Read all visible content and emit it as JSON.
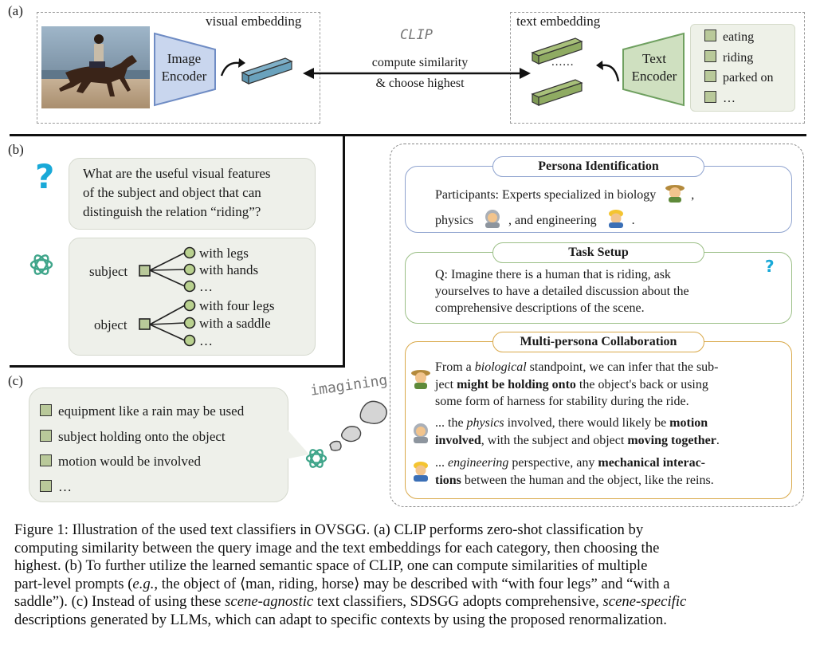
{
  "panel_a": {
    "label": "(a)",
    "visual_embedding": "visual embedding",
    "text_embedding": "text embedding",
    "image_encoder": [
      "Image",
      "Encoder"
    ],
    "text_encoder": [
      "Text",
      "Encoder"
    ],
    "clip": "CLIP",
    "compute": [
      "compute similarity",
      "& choose highest"
    ],
    "dots": "......",
    "categories": [
      "eating",
      "riding",
      "parked on",
      "…"
    ]
  },
  "panel_b": {
    "label": "(b)",
    "question": [
      "What are the useful visual features",
      "of the subject and object that can",
      "distinguish the relation “riding”?"
    ],
    "subject": "subject",
    "object": "object",
    "subject_parts": [
      "with legs",
      "with hands",
      "…"
    ],
    "object_parts": [
      "with four legs",
      "with a saddle",
      "…"
    ]
  },
  "panel_c": {
    "label": "(c)",
    "imagining": "imagining",
    "items": [
      "equipment like a rain may be used",
      "subject holding onto the  object",
      "motion would be involved",
      "…"
    ]
  },
  "persona": {
    "title": "Persona Identification",
    "line1": "Participants: Experts specialized in biology",
    "line1_end": ",",
    "line2_a": "physics",
    "line2_b": ", and engineering",
    "line2_end": "."
  },
  "task": {
    "title": "Task Setup",
    "lines": [
      "Q: Imagine there is a human that is riding, ask",
      "yourselves to have a detailed discussion about the",
      "comprehensive descriptions of the scene."
    ]
  },
  "collab": {
    "title": "Multi-persona Collaboration",
    "p1": {
      "a": "From a ",
      "b": "biological",
      "c": " standpoint, we can infer that the sub-",
      "d": "ject ",
      "e": "might be holding onto",
      "f": " the object's back or using",
      "g": "some form of harness for stability during the ride."
    },
    "p2": {
      "a": "... the ",
      "b": "physics",
      "c": " involved, there would likely be ",
      "d": "motion",
      "e": "involved",
      "f": ", with the subject and object ",
      "g": "moving together",
      "h": "."
    },
    "p3": {
      "a": "... ",
      "b": "engineering",
      "c": " perspective, any ",
      "d": "mechanical interac-",
      "e": "tions",
      "f": " between the human and the object, like the reins."
    }
  },
  "caption": {
    "l1": "Figure 1:  Illustration of the used text classifiers in OVSGG. (a) CLIP performs zero-shot classification by",
    "l2": "computing similarity between the query image and the text embeddings for each category, then choosing the",
    "l3": "highest.  (b) To further utilize the learned semantic space of CLIP, one can compute similarities of multiple",
    "l4a": "part-level prompts (",
    "l4b": "e.g.",
    "l4c": ", the object of ⟨man, riding, horse⟩ may be described with “with four legs” and “with a",
    "l5a": "saddle”). (c) Instead of using these ",
    "l5b": "scene-agnostic",
    "l5c": " text classifiers, SDSGG adopts comprehensive, ",
    "l5d": "scene-specific",
    "l6": "descriptions generated by LLMs, which can adapt to specific contexts by using the proposed renormalization."
  },
  "colors": {
    "blue_encoder": "#c9d6ee",
    "green_encoder": "#cfe0c0",
    "persona_border": "#8fa3cf",
    "task_border": "#9bbf86",
    "collab_border": "#d9a94a"
  }
}
